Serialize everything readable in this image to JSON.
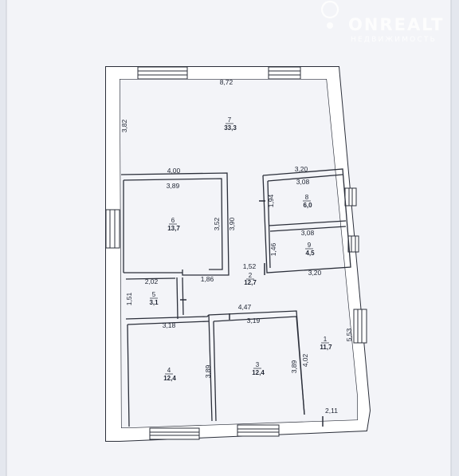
{
  "watermark": {
    "brand": "ONREALT",
    "tagline": "НЕДВИЖИМОСТЬ",
    "icon": "map-pin-icon"
  },
  "plan": {
    "colors": {
      "paper": "#f4f5f9",
      "wall": "#2b2f3a",
      "line": "#3a4050",
      "backdrop": "#e6e9ef"
    },
    "rooms": [
      {
        "id": "1",
        "number": "1",
        "area": "11,7"
      },
      {
        "id": "2",
        "number": "2",
        "area": "12,7"
      },
      {
        "id": "3",
        "number": "3",
        "area": "12,4"
      },
      {
        "id": "4",
        "number": "4",
        "area": "12,4"
      },
      {
        "id": "5",
        "number": "5",
        "area": "3,1"
      },
      {
        "id": "6",
        "number": "6",
        "area": "13,7"
      },
      {
        "id": "7",
        "number": "7",
        "area": "33,3"
      },
      {
        "id": "8",
        "number": "8",
        "area": "6,0"
      },
      {
        "id": "9",
        "number": "9",
        "area": "4,5"
      }
    ],
    "dimensions": {
      "top_width": "8,72",
      "left_top": "3,82",
      "room6_top_outer": "4,00",
      "room6_top_inner": "3,89",
      "room6_right": "3,52",
      "wall_right": "3,90",
      "room8_top_outer": "3,20",
      "room8_top_inner": "3,08",
      "room8_side": "1,94",
      "room9_top": "3,08",
      "room9_side": "1,46",
      "room9_bottom": "3,20",
      "hall_gap": "1,52",
      "room5_top": "2,02",
      "hall_small": "1,86",
      "room5_side": "1,51",
      "hall_width": "4,47",
      "room4_top": "3,18",
      "room3_top": "3,19",
      "room4_side": "3,89",
      "room3_side": "3,89",
      "room1_inner": "4,02",
      "right_side": "5,53",
      "bottom_right": "2,11"
    }
  }
}
